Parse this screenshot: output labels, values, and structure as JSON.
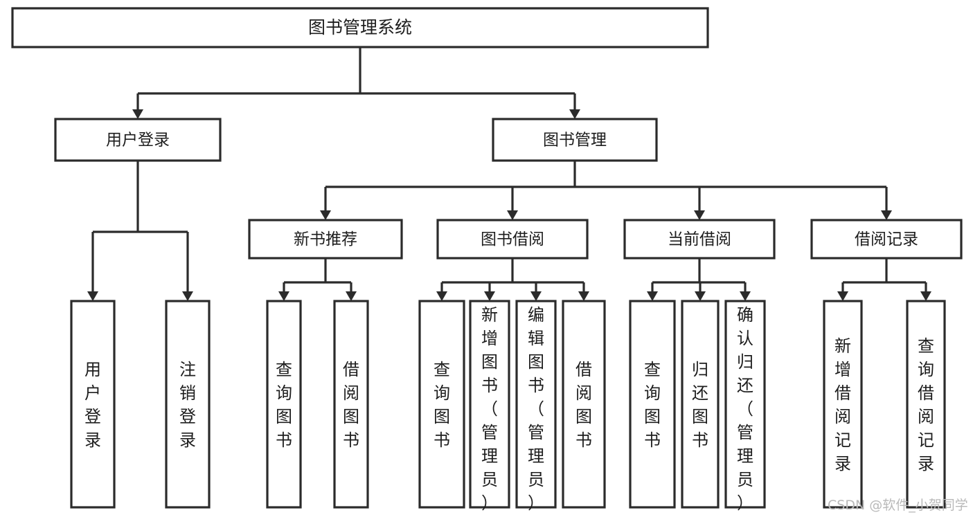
{
  "diagram": {
    "type": "tree",
    "title": "图书管理系统",
    "watermark": "CSDN @软件_小贺同学",
    "root": {
      "id": "root",
      "label": "图书管理系统"
    },
    "level2": [
      {
        "id": "login",
        "label": "用户登录"
      },
      {
        "id": "bookmgmt",
        "label": "图书管理"
      }
    ],
    "level3": [
      {
        "id": "newbook",
        "label": "新书推荐",
        "parent": "bookmgmt"
      },
      {
        "id": "borrow",
        "label": "图书借阅",
        "parent": "bookmgmt"
      },
      {
        "id": "current",
        "label": "当前借阅",
        "parent": "bookmgmt"
      },
      {
        "id": "records",
        "label": "借阅记录",
        "parent": "bookmgmt"
      }
    ],
    "leaves": [
      {
        "id": "leaf-user-login",
        "label": "用户登录",
        "parent": "login"
      },
      {
        "id": "leaf-user-logout",
        "label": "注销登录",
        "parent": "login"
      },
      {
        "id": "leaf-nb-query",
        "label": "查询图书",
        "parent": "newbook"
      },
      {
        "id": "leaf-nb-borrow",
        "label": "借阅图书",
        "parent": "newbook"
      },
      {
        "id": "leaf-bo-query",
        "label": "查询图书",
        "parent": "borrow"
      },
      {
        "id": "leaf-bo-add",
        "label": "新增图书（管理员）",
        "parent": "borrow"
      },
      {
        "id": "leaf-bo-edit",
        "label": "编辑图书（管理员）",
        "parent": "borrow"
      },
      {
        "id": "leaf-bo-borrow",
        "label": "借阅图书",
        "parent": "borrow"
      },
      {
        "id": "leaf-cu-query",
        "label": "查询图书",
        "parent": "current"
      },
      {
        "id": "leaf-cu-return",
        "label": "归还图书",
        "parent": "current"
      },
      {
        "id": "leaf-cu-confirm",
        "label": "确认归还（管理员）",
        "parent": "current"
      },
      {
        "id": "leaf-rc-add",
        "label": "新增借阅记录",
        "parent": "records"
      },
      {
        "id": "leaf-rc-query",
        "label": "查询借阅记录",
        "parent": "records"
      }
    ],
    "colors": {
      "box_fill": "#ffffff",
      "box_stroke": "#2b2b2b",
      "connector": "#2b2b2b",
      "text": "#1d1d1d",
      "watermark": "#b9b9b9",
      "background": "#ffffff"
    }
  }
}
